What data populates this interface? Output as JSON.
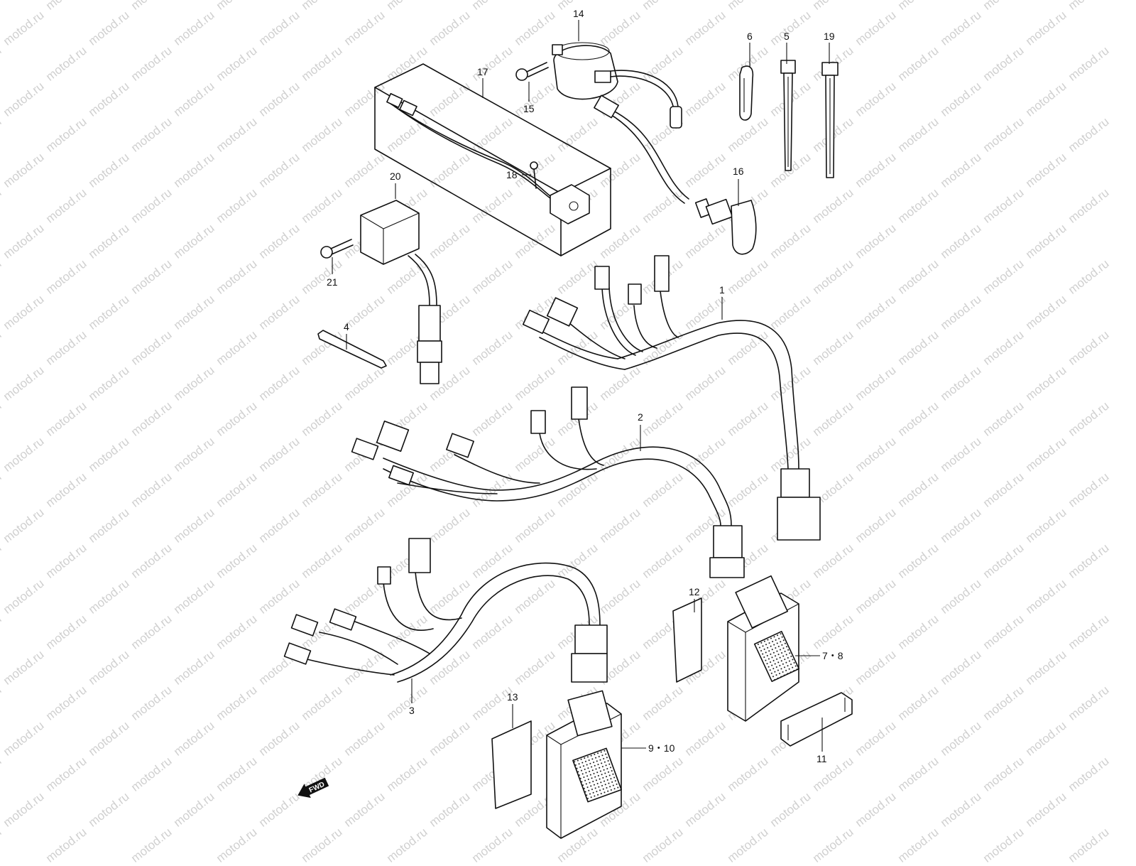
{
  "watermark": "motod.ru",
  "direction_label": "FWD",
  "callouts": {
    "c1": "1",
    "c2": "2",
    "c3": "3",
    "c4": "4",
    "c5": "5",
    "c6": "6",
    "c78": "7・8",
    "c910": "9・10",
    "c11": "11",
    "c12": "12",
    "c13": "13",
    "c14": "14",
    "c15": "15",
    "c16": "16",
    "c17": "17",
    "c18": "18",
    "c19": "19",
    "c20": "20",
    "c21": "21"
  },
  "colors": {
    "ink": "#111111",
    "watermark": "#d0d0d0",
    "background": "#ffffff"
  }
}
